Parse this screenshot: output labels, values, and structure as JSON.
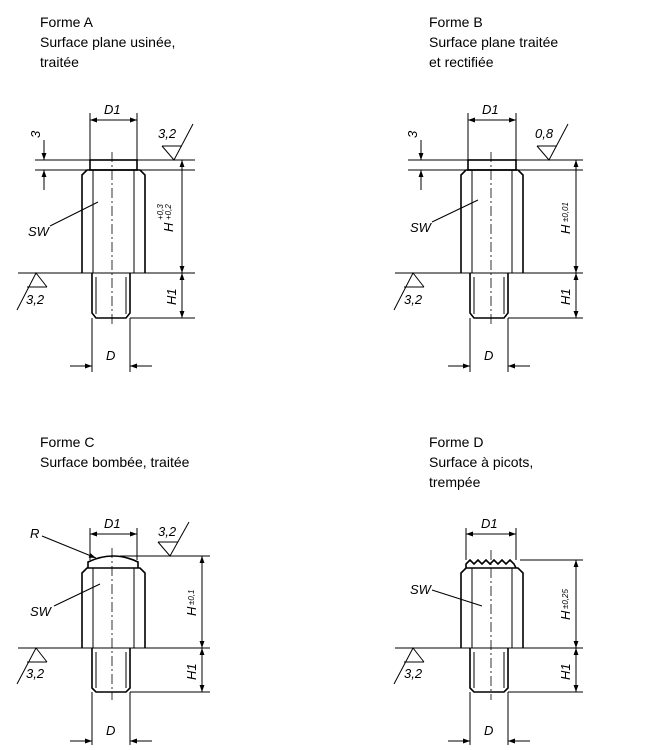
{
  "panels": [
    {
      "id": "a",
      "title": "Forme A",
      "lines": [
        "Surface plane usinée,",
        "traitée"
      ],
      "roughness_top": "3,2",
      "roughness_bottom": "3,2",
      "label_d1": "D1",
      "label_d": "D",
      "label_sw": "SW",
      "label_h": "H",
      "label_h_tol_upper": "+0,3",
      "label_h_tol_lower": "+0,2",
      "label_h1": "H1",
      "label_3": "3"
    },
    {
      "id": "b",
      "title": "Forme B",
      "lines": [
        "Surface plane traitée",
        "et rectifiée"
      ],
      "roughness_top": "0,8",
      "roughness_bottom": "3,2",
      "label_d1": "D1",
      "label_d": "D",
      "label_sw": "SW",
      "label_h": "H",
      "label_h_tol": "±0,01",
      "label_h1": "H1",
      "label_3": "3"
    },
    {
      "id": "c",
      "title": "Forme C",
      "lines": [
        "Surface bombée, traitée"
      ],
      "roughness_top": "3,2",
      "roughness_bottom": "3,2",
      "label_d1": "D1",
      "label_d": "D",
      "label_sw": "SW",
      "label_r": "R",
      "label_h": "H",
      "label_h_tol": "±0,1",
      "label_h1": "H1"
    },
    {
      "id": "d",
      "title": "Forme D",
      "lines": [
        "Surface à picots,",
        "trempée"
      ],
      "roughness_bottom": "3,2",
      "label_d1": "D1",
      "label_d": "D",
      "label_sw": "SW",
      "label_h": "H",
      "label_h_tol": "±0,25",
      "label_h1": "H1"
    }
  ]
}
